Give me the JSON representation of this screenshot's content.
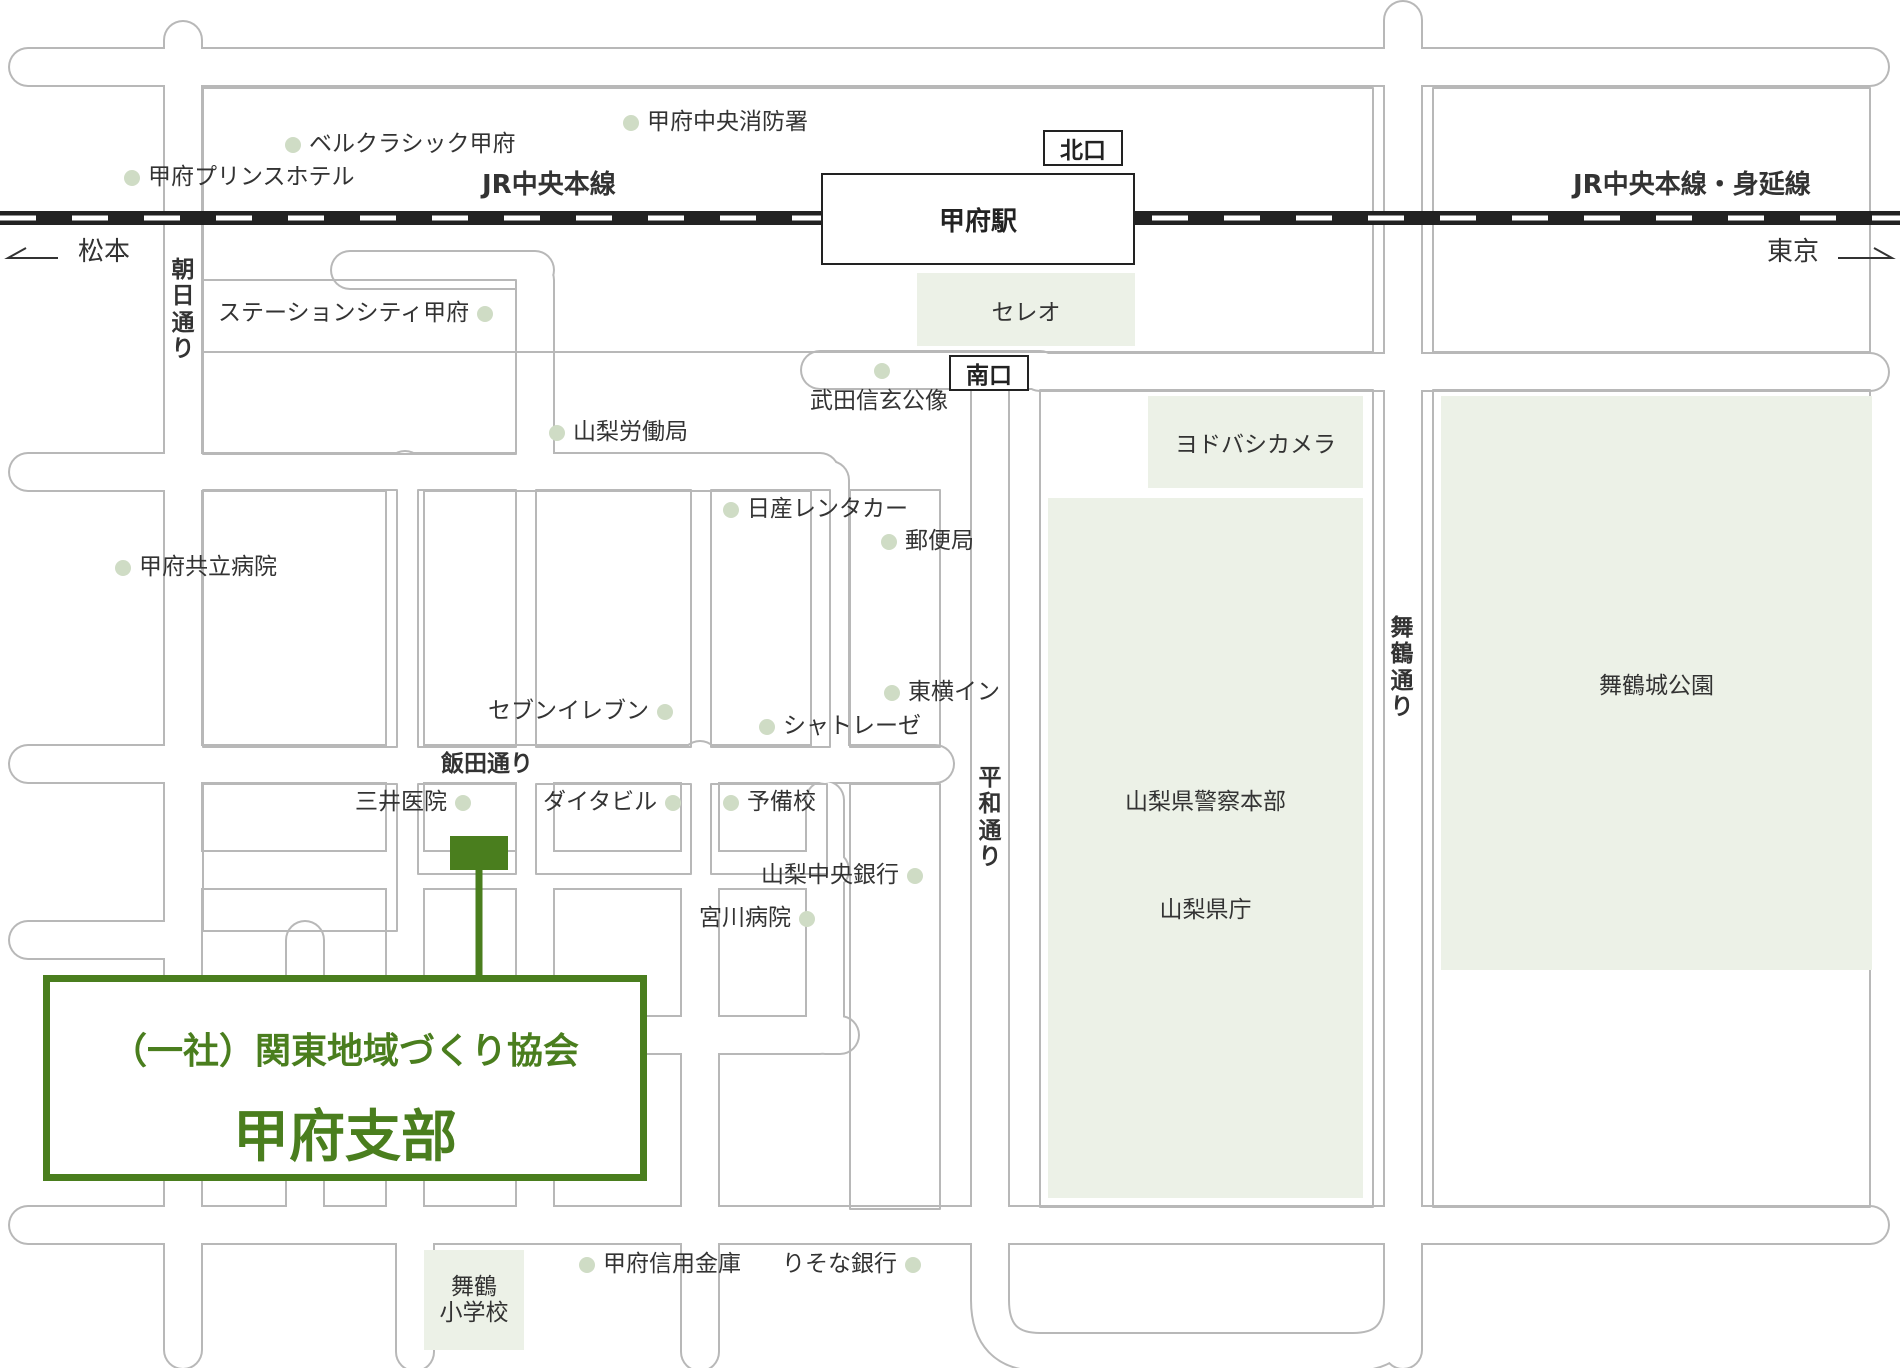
{
  "colors": {
    "accent": "#4a7e1e",
    "road_fill": "#ffffff",
    "road_edge": "#b8b8b8",
    "park": "#ecf1e7",
    "poi_dot": "#cfdcc5"
  },
  "rail": {
    "line_left": "JR中央本線",
    "line_right": "JR中央本線・身延線",
    "west": "松本",
    "east": "東京"
  },
  "station": {
    "name": "甲府駅",
    "north_exit": "北口",
    "south_exit": "南口"
  },
  "roads": {
    "asahi": "朝日通り",
    "iida": "飯田通り",
    "heiwa": "平和通り",
    "maizuru": "舞鶴通り"
  },
  "pois": {
    "bellclassic": "ベルクラシック甲府",
    "shobo": "甲府中央消防署",
    "prince": "甲府プリンスホテル",
    "stationcity": "ステーションシティ甲府",
    "takeda": "武田信玄公像",
    "roudou": "山梨労働局",
    "nissan": "日産レンタカー",
    "yubin": "郵便局",
    "kyoritsu": "甲府共立病院",
    "seven": "セブンイレブン",
    "toyoko": "東横イン",
    "chateraise": "シャトレーゼ",
    "mitsui": "三井医院",
    "daita": "ダイタビル",
    "yobiko": "予備校",
    "chuobank": "山梨中央銀行",
    "miyagawa": "宮川病院",
    "shinkin": "甲府信用金庫",
    "resona": "りそな銀行"
  },
  "areas": {
    "celeo": "セレオ",
    "yodobashi": "ヨドバシカメラ",
    "police": "山梨県警察本部",
    "pref": "山梨県庁",
    "park": "舞鶴城公園",
    "school": "舞鶴\n小学校"
  },
  "office": {
    "org": "（一社）関東地域づくり協会",
    "branch": "甲府支部"
  }
}
